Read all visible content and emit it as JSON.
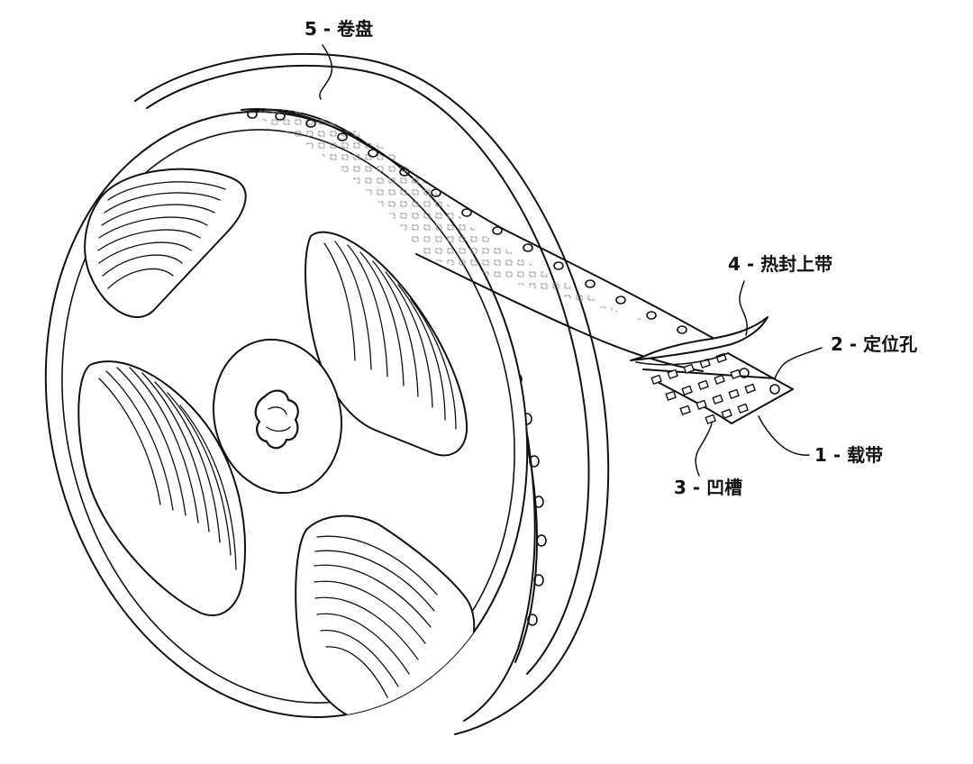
{
  "labels": {
    "reel": "5 - 卷盘",
    "cover_tape": "4 - 热封上带",
    "sprocket_hole": "2 - 定位孔",
    "carrier_tape": "1 - 载带",
    "pocket": "3 - 凹槽"
  },
  "colors": {
    "line": "#111111",
    "background": "#ffffff",
    "pocket_pattern": "#8a8a8a"
  }
}
